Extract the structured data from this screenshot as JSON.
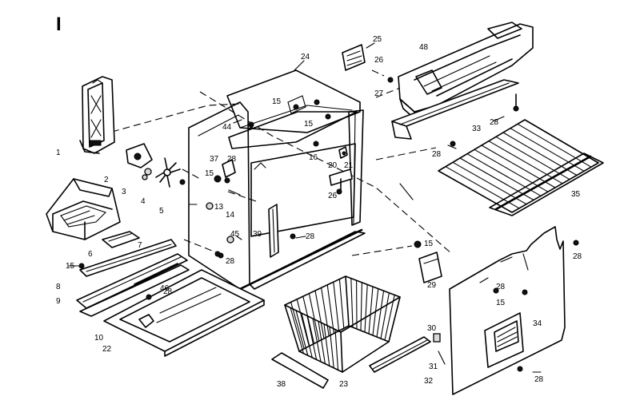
{
  "page_label": "I",
  "callouts": {
    "c1": "1",
    "c2": "2",
    "c3": "3",
    "c4": "4",
    "c5": "5",
    "c6": "6",
    "c7": "7",
    "c8": "8",
    "c9": "9",
    "c10": "10",
    "c13": "13",
    "c14": "14",
    "c15a": "15",
    "c15b": "15",
    "c15c": "15",
    "c15d": "15",
    "c15e": "15",
    "c15f": "15",
    "c16": "16",
    "c20": "20",
    "c21": "21",
    "c22": "22",
    "c23": "23",
    "c24": "24",
    "c25": "25",
    "c26a": "26",
    "c26b": "26",
    "c27": "27",
    "c28a": "28",
    "c28b": "28",
    "c28c": "28",
    "c28d": "28",
    "c28e": "28",
    "c28f": "28",
    "c28g": "28",
    "c28h": "28",
    "c28i": "28",
    "c29": "29",
    "c30": "30",
    "c31": "31",
    "c32": "32",
    "c33": "33",
    "c34": "34",
    "c35": "35",
    "c37": "37",
    "c38": "38",
    "c39": "39",
    "c44": "44",
    "c45": "45",
    "c46": "46",
    "c48": "48"
  }
}
